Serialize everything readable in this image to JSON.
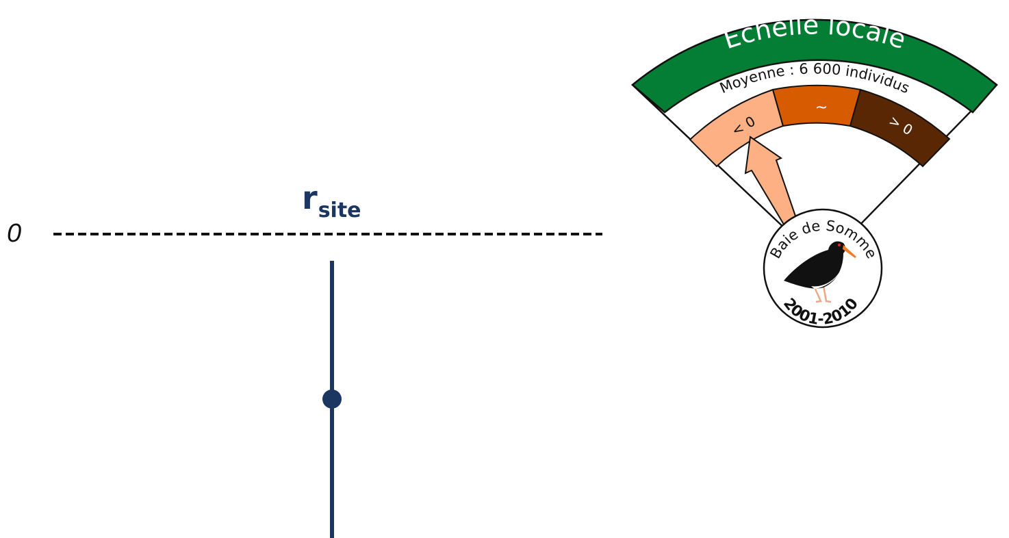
{
  "zero_line": {
    "label": "0"
  },
  "estimate": {
    "symbol": "r",
    "subscript": "site"
  },
  "badge": {
    "title": "Echelle locale",
    "subtitle": "Moyenne : 6 600 individus",
    "segments": [
      {
        "label": "< 0",
        "color": "#fcb083"
      },
      {
        "label": "~",
        "color": "#d65b01"
      },
      {
        "label": "> 0",
        "color": "#5a2704"
      }
    ],
    "pointer_target": "< 0",
    "site_name": "Baie de Somme",
    "period": "2001-2010",
    "bird_icon": "oystercatcher-icon"
  },
  "colors": {
    "estimate": "#1b3660",
    "header_band": "#047e35",
    "pointer": "#fcb083",
    "bird_body": "#111111",
    "bird_beak": "#f07e2a"
  }
}
